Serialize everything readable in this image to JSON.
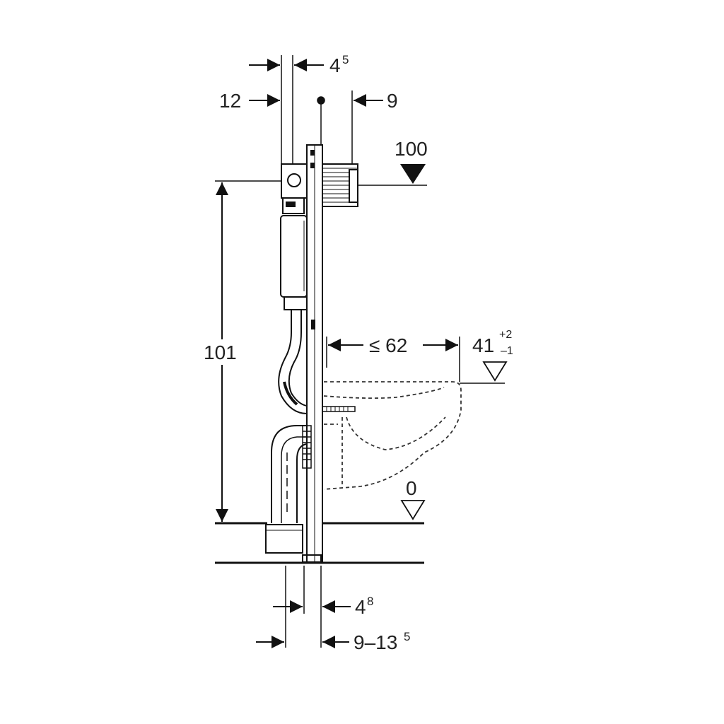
{
  "dimensions": {
    "top_gap": {
      "base": "4",
      "sup": "5"
    },
    "left_offset": "12",
    "right_offset": "9",
    "top_level": "100",
    "height": "101",
    "projection": "≤ 62",
    "seat_height": {
      "base": "41",
      "plus": "+2",
      "minus": "–1"
    },
    "floor_level": "0",
    "bottom_gap": {
      "base": "4",
      "sup": "8"
    },
    "bottom_range": {
      "base": "9–13",
      "sup": "5"
    }
  }
}
